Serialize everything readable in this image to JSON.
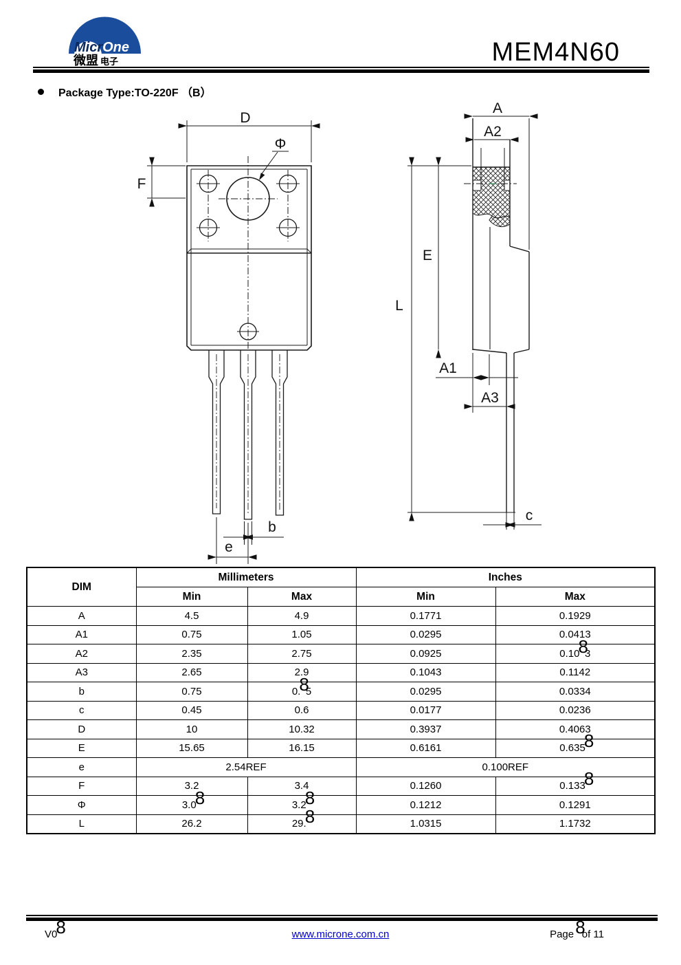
{
  "header": {
    "title": "MEM4N60",
    "logo": {
      "brand_micr": "Micr",
      "brand_one": "One",
      "cn_main": "微盟",
      "cn_sub": "电子"
    }
  },
  "bullet": {
    "label": "Package Type:TO-220F （B）"
  },
  "drawing": {
    "front": {
      "d": "D",
      "phi": "Φ",
      "f": "F",
      "b": "b",
      "e": "e"
    },
    "side": {
      "a": "A",
      "a2": "A2",
      "e_len": "E",
      "l": "L",
      "a1": "A1",
      "a3": "A3",
      "c": "c"
    }
  },
  "table": {
    "col_dim": "DIM",
    "group_mm": "Millimeters",
    "group_in": "Inches",
    "min": "Min",
    "max": "Max",
    "rows": [
      {
        "dim": "A",
        "mm_min": "4.5",
        "mm_max": "4.9",
        "in_min": "0.1771",
        "in_max": "0.1929"
      },
      {
        "dim": "A1",
        "mm_min": "0.75",
        "mm_max": "1.05",
        "in_min": "0.0295",
        "in_max": "0.0413"
      },
      {
        "dim": "A2",
        "mm_min": "2.35",
        "mm_max": "2.75",
        "in_min": "0.0925",
        "in_max": "0.10[[8]]3"
      },
      {
        "dim": "A3",
        "mm_min": "2.65",
        "mm_max": "2.9",
        "in_min": "0.1043",
        "in_max": "0.1142"
      },
      {
        "dim": "b",
        "mm_min": "0.75",
        "mm_max": "0.[[8]]5",
        "in_min": "0.0295",
        "in_max": "0.0334"
      },
      {
        "dim": "c",
        "mm_min": "0.45",
        "mm_max": "0.6",
        "in_min": "0.0177",
        "in_max": "0.0236"
      },
      {
        "dim": "D",
        "mm_min": "10",
        "mm_max": "10.32",
        "in_min": "0.3937",
        "in_max": "0.4063"
      },
      {
        "dim": "E",
        "mm_min": "15.65",
        "mm_max": "16.15",
        "in_min": "0.6161",
        "in_max": "0.635[[8]]"
      },
      {
        "dim": "e",
        "span_mm": "2.54REF",
        "span_in": "0.100REF"
      },
      {
        "dim": "F",
        "mm_min": "3.2",
        "mm_max": "3.4",
        "in_min": "0.1260",
        "in_max": "0.133[[8]]"
      },
      {
        "dim": "Φ",
        "mm_min": "3.0[[8]]",
        "mm_max": "3.2[[8]]",
        "in_min": "0.1212",
        "in_max": "0.1291"
      },
      {
        "dim": "L",
        "mm_min": "26.2",
        "mm_max": "29.[[8]]",
        "in_min": "1.0315",
        "in_max": "1.1732"
      }
    ]
  },
  "footer": {
    "version": "V0[[8]]",
    "link": "www.microne.com.cn",
    "page": "Page [[8]]of 11"
  },
  "colors": {
    "logo_blue": "#1a4e9c",
    "link_blue": "#0000cc"
  }
}
